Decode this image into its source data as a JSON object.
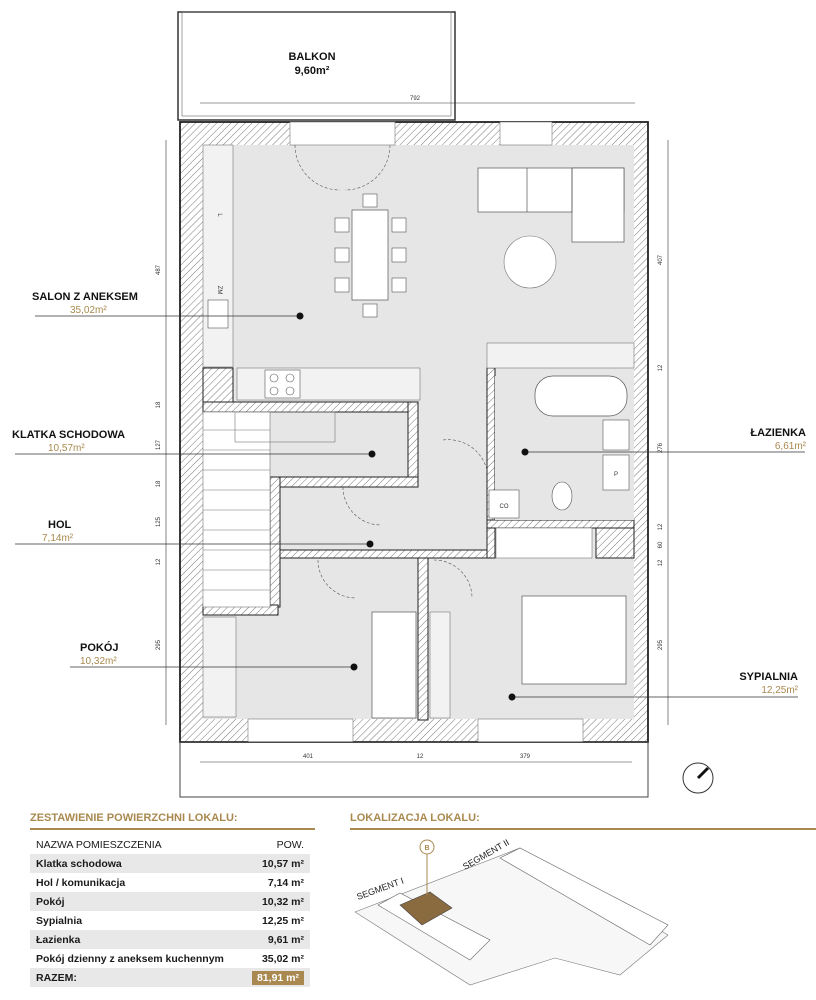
{
  "rooms": {
    "balkon": {
      "name": "BALKON",
      "area": "9,60m²"
    },
    "salon": {
      "name": "SALON Z ANEKSEM",
      "area": "35,02m²"
    },
    "klatka": {
      "name": "KLATKA SCHODOWA",
      "area": "10,57m²"
    },
    "hol": {
      "name": "HOL",
      "area": "7,14m²"
    },
    "pokoj": {
      "name": "POKÓJ",
      "area": "10,32m²"
    },
    "lazienka": {
      "name": "ŁAZIENKA",
      "area": "6,61m²"
    },
    "sypialnia": {
      "name": "SYPIALNIA",
      "area": "12,25m²"
    }
  },
  "dimensions": {
    "top": "792",
    "bottom_left": "401",
    "bottom_mid": "12",
    "bottom_right": "379",
    "left": [
      "487",
      "18",
      "127",
      "18",
      "125",
      "12",
      "295"
    ],
    "right": [
      "407",
      "12",
      "276",
      "12",
      "60",
      "12",
      "295"
    ]
  },
  "fixtures": {
    "zm": "ZM",
    "co": "CO",
    "p": "P",
    "l": "L"
  },
  "summary": {
    "title": "ZESTAWIENIE POWIERZCHNI LOKALU:",
    "col_name": "NAZWA POMIESZCZENIA",
    "col_area": "POW.",
    "rows": [
      {
        "name": "Klatka schodowa",
        "area": "10,57 m²"
      },
      {
        "name": "Hol / komunikacja",
        "area": "7,14 m²"
      },
      {
        "name": "Pokój",
        "area": "10,32 m²"
      },
      {
        "name": "Sypialnia",
        "area": "12,25 m²"
      },
      {
        "name": "Łazienka",
        "area": "9,61 m²"
      },
      {
        "name": "Pokój dzienny z aneksem kuchennym",
        "area": "35,02 m²"
      }
    ],
    "total_label": "RAZEM:",
    "total_value": "81,91 m²"
  },
  "location": {
    "title": "LOKALIZACJA LOKALU:",
    "segment1": "SEGMENT I",
    "segment2": "SEGMENT II",
    "marker": "B"
  },
  "colors": {
    "accent": "#a9894f",
    "floor": "#e6e6e6",
    "wall": "#ffffff"
  }
}
